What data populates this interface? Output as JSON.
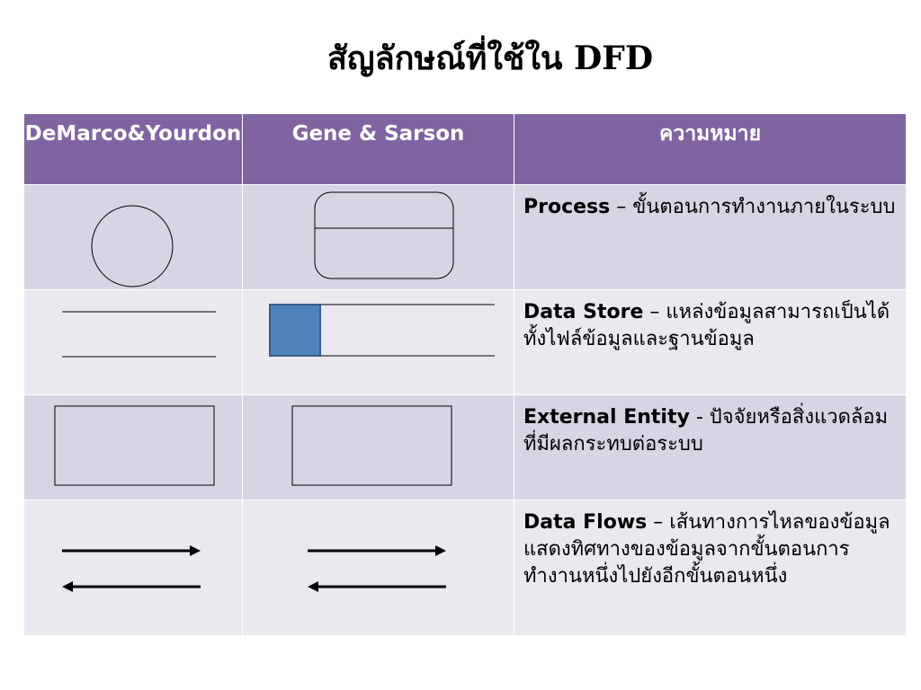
{
  "title": "สัญลักษณ์ที่ใช้ใน DFD",
  "headers": [
    "DeMarco&Yourdon",
    "Gene & Sarson",
    "ความหมาย"
  ],
  "rows": [
    {
      "term": "Process",
      "sep": " – ",
      "desc": "ขั้นตอนการทำงานภายในระบบ"
    },
    {
      "term": "Data Store",
      "sep": " – ",
      "desc": "แหล่งข้อมูลสามารถเป็นได้ทั้งไฟล์ข้อมูลและฐานข้อมูล"
    },
    {
      "term": "External Entity",
      "sep": " - ",
      "desc": "ปัจจัยหรือสิ่งแวดล้อมที่มีผลกระทบต่อระบบ"
    },
    {
      "term": "Data Flows",
      "sep": " – ",
      "desc": "เส้นทางการไหลของข้อมูล แสดงทิศทางของข้อมูลจากขั้นตอนการทำงานหนึ่งไปยังอีกขั้นตอนหนึ่ง"
    }
  ],
  "colors": {
    "header_bg": "#8064a2",
    "row_odd": "#d8d4e4",
    "row_even": "#ebe9f0",
    "store_fill": "#4f81bd"
  }
}
